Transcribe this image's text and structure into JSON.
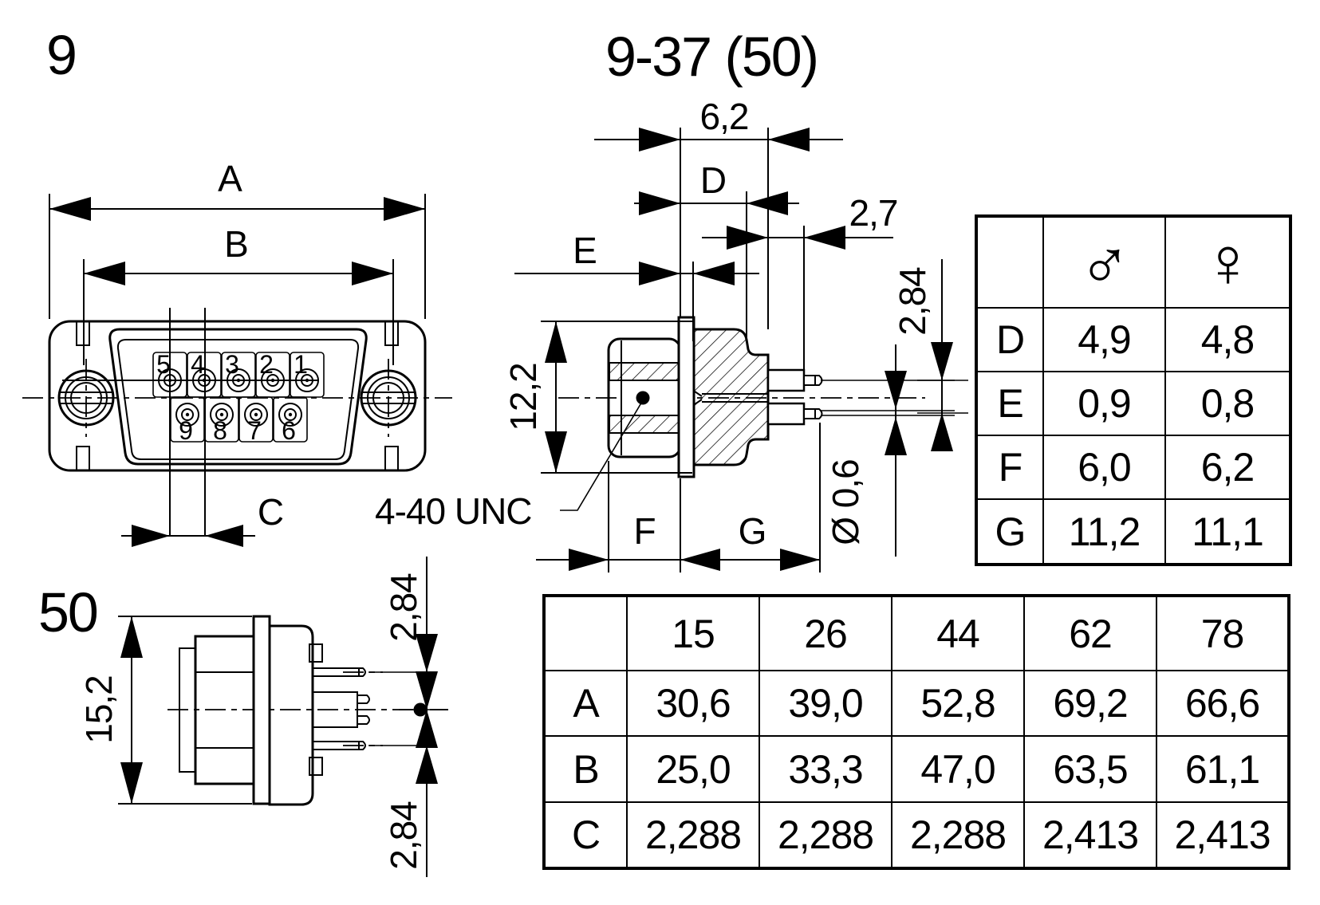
{
  "titles": {
    "front_view": "9",
    "side_view": "9-37  (50)",
    "bottom_view": "50"
  },
  "front_view": {
    "dim_a": "A",
    "dim_b": "B",
    "dim_c": "C",
    "pins_top": [
      "5",
      "4",
      "3",
      "2",
      "1"
    ],
    "pins_bottom": [
      "9",
      "8",
      "7",
      "6"
    ]
  },
  "side_view": {
    "dim_62": "6,2",
    "dim_d": "D",
    "dim_e": "E",
    "dim_27": "2,7",
    "dim_284": "2,84",
    "dim_122": "12,2",
    "dim_f": "F",
    "dim_g": "G",
    "dim_dia": "Ø 0,6",
    "thread": "4-40  UNC"
  },
  "bottom_view": {
    "dim_152": "15,2",
    "dim_284_top": "2,84",
    "dim_284_bottom": "2,84"
  },
  "gender_table": {
    "male_icon": "♂",
    "female_icon": "♀",
    "rows": [
      {
        "label": "D",
        "male": "4,9",
        "female": "4,8"
      },
      {
        "label": "E",
        "male": "0,9",
        "female": "0,8"
      },
      {
        "label": "F",
        "male": "6,0",
        "female": "6,2"
      },
      {
        "label": "G",
        "male": "11,2",
        "female": "11,1"
      }
    ]
  },
  "size_table": {
    "columns": [
      "15",
      "26",
      "44",
      "62",
      "78"
    ],
    "rows": [
      {
        "label": "A",
        "values": [
          "30,6",
          "39,0",
          "52,8",
          "69,2",
          "66,6"
        ]
      },
      {
        "label": "B",
        "values": [
          "25,0",
          "33,3",
          "47,0",
          "63,5",
          "61,1"
        ]
      },
      {
        "label": "C",
        "values": [
          "2,288",
          "2,288",
          "2,288",
          "2,413",
          "2,413"
        ]
      }
    ]
  },
  "colors": {
    "ink": "#000000",
    "paper": "#ffffff"
  }
}
